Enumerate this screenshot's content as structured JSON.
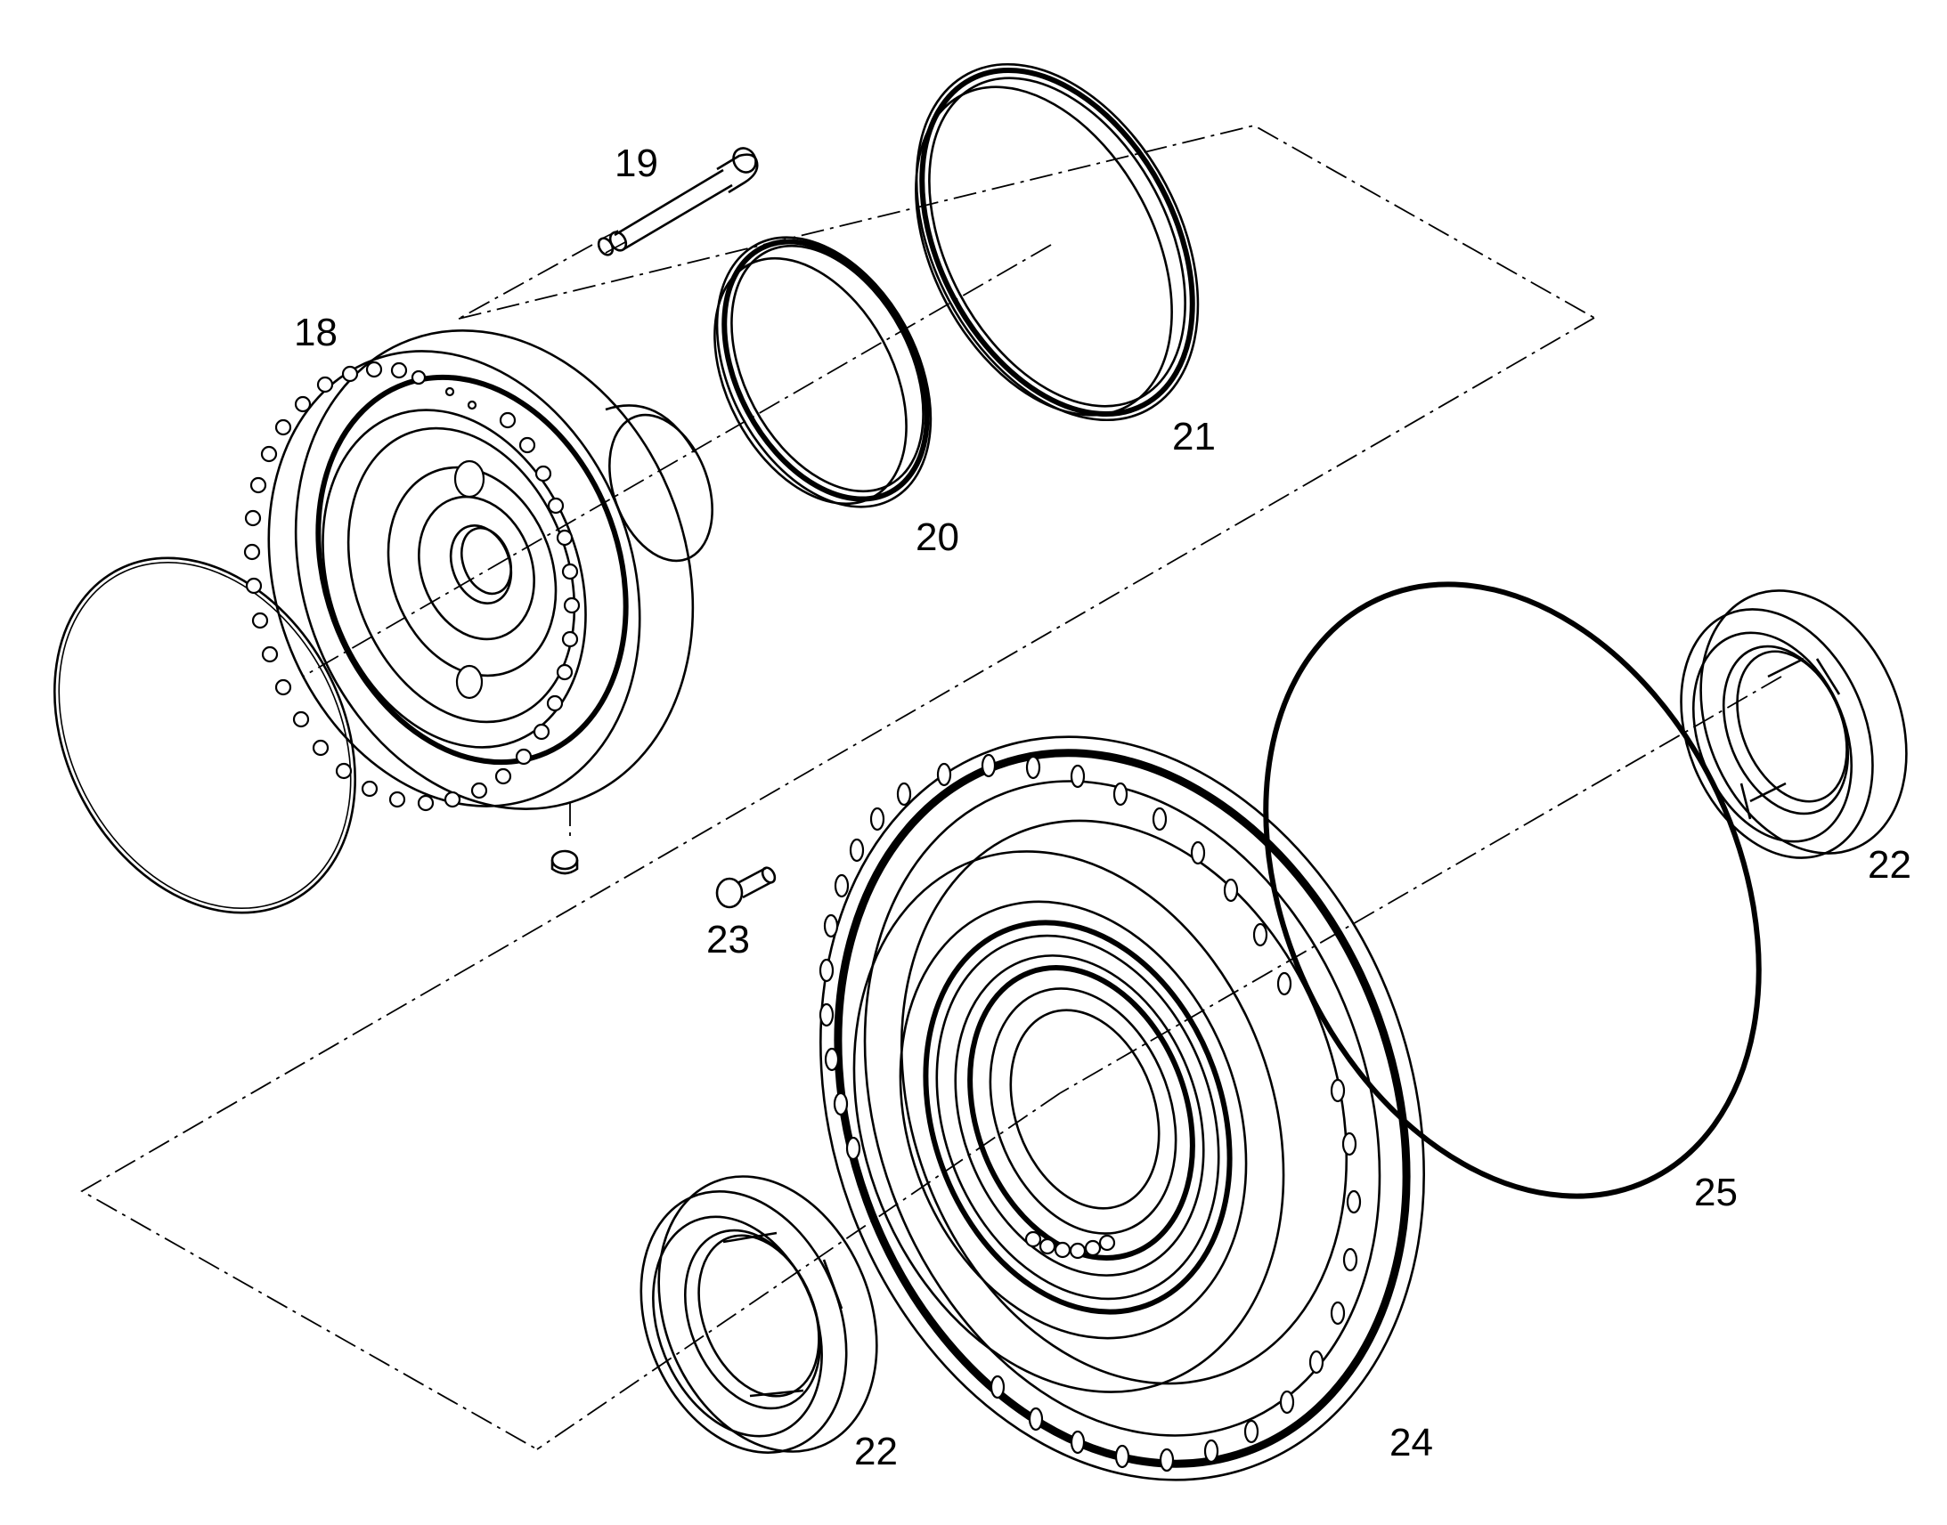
{
  "diagram": {
    "callouts": [
      {
        "id": "18",
        "text": "18"
      },
      {
        "id": "19",
        "text": "19"
      },
      {
        "id": "20",
        "text": "20"
      },
      {
        "id": "21",
        "text": "21"
      },
      {
        "id": "22a",
        "text": "22"
      },
      {
        "id": "22b",
        "text": "22"
      },
      {
        "id": "23",
        "text": "23"
      },
      {
        "id": "24",
        "text": "24"
      },
      {
        "id": "25",
        "text": "25"
      }
    ]
  }
}
